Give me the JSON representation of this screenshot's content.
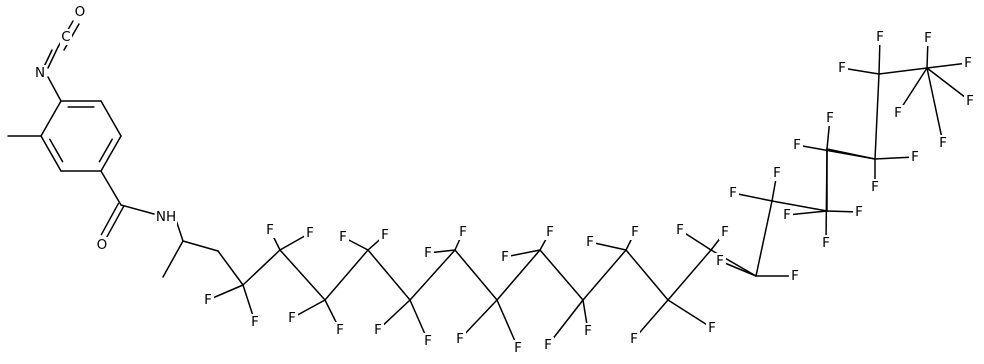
{
  "molecule": {
    "atom_labels": {
      "oxygen": "O",
      "carbon": "C",
      "nitrogen": "N",
      "amide_nh": "NH",
      "fluorine": "F"
    }
  }
}
